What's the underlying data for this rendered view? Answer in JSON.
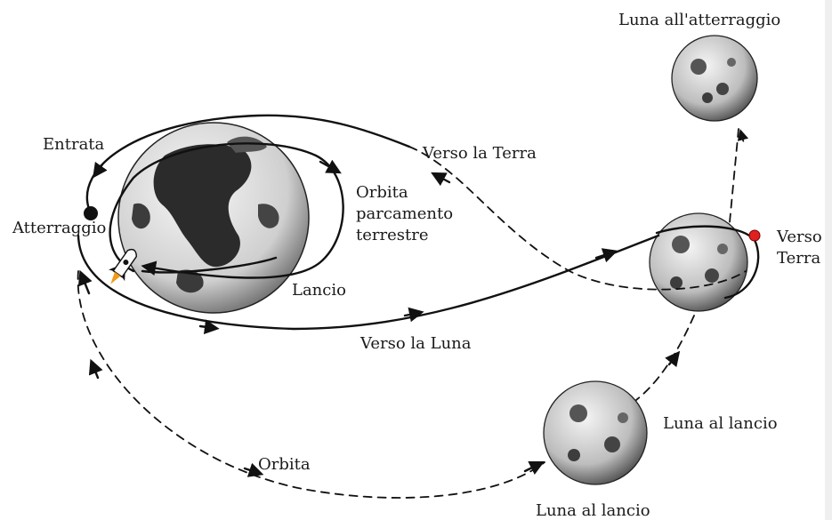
{
  "labels": {
    "moon_at_landing": "Luna all'atterraggio",
    "entry": "Entrata",
    "toward_earth": "Verso la Terra",
    "parking_orbit_1": "Orbita",
    "parking_orbit_2": "parcamento",
    "parking_orbit_3": "terrestre",
    "landing": "Atterraggio",
    "launch": "Lancio",
    "toward_earth_short_1": "Verso",
    "toward_earth_short_2": "Terra",
    "toward_moon": "Verso la Luna",
    "moon_at_launch_right": "Luna al lancio",
    "orbit": "Orbita",
    "moon_at_launch_bottom": "Luna al lancio"
  },
  "colors": {
    "line": "#111111",
    "earth_light": "#e9e9e9",
    "earth_dark": "#2b2b2b",
    "moon_light": "#dcdcdc",
    "moon_dark": "#3a3a3a",
    "marker_red": "#e02020",
    "flame": "#f39a1a"
  },
  "icons": {
    "rocket": "rocket-icon",
    "landing_marker": "landing-capsule-icon",
    "red_marker": "trajectory-point-icon"
  }
}
